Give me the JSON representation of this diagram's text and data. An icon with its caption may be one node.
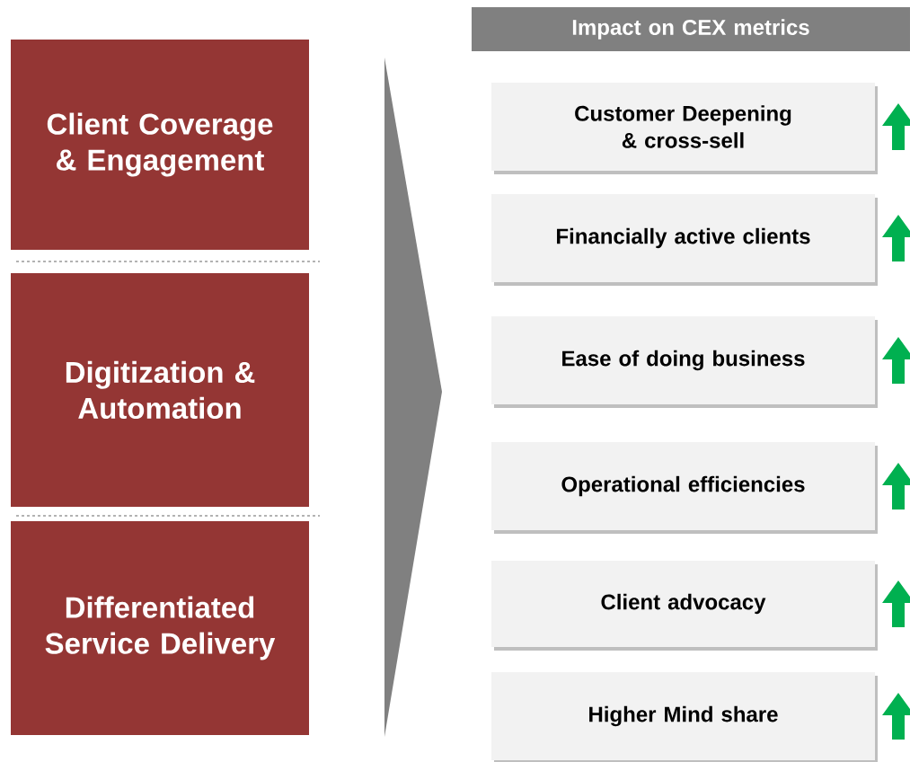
{
  "diagram": {
    "nodes": [
      {
        "text": [
          "Client Coverage & Engagement"
        ]
      },
      {
        "text": [
          "Digitization & Automation"
        ]
      },
      {
        "text": [
          "Differentiated Service Delivery"
        ]
      },
      {
        "text": [
          "Impact on CEX metrics"
        ]
      },
      {
        "text": [
          "Customer Deepening & cross-sell"
        ]
      },
      {
        "text": [
          "Financially active clients"
        ]
      },
      {
        "text": [
          "Ease of doing business"
        ]
      },
      {
        "text": [
          "Operational efficiencies"
        ]
      },
      {
        "text": [
          "Client advocacy"
        ]
      },
      {
        "text": [
          "Higher Mind share"
        ]
      }
    ]
  }
}
